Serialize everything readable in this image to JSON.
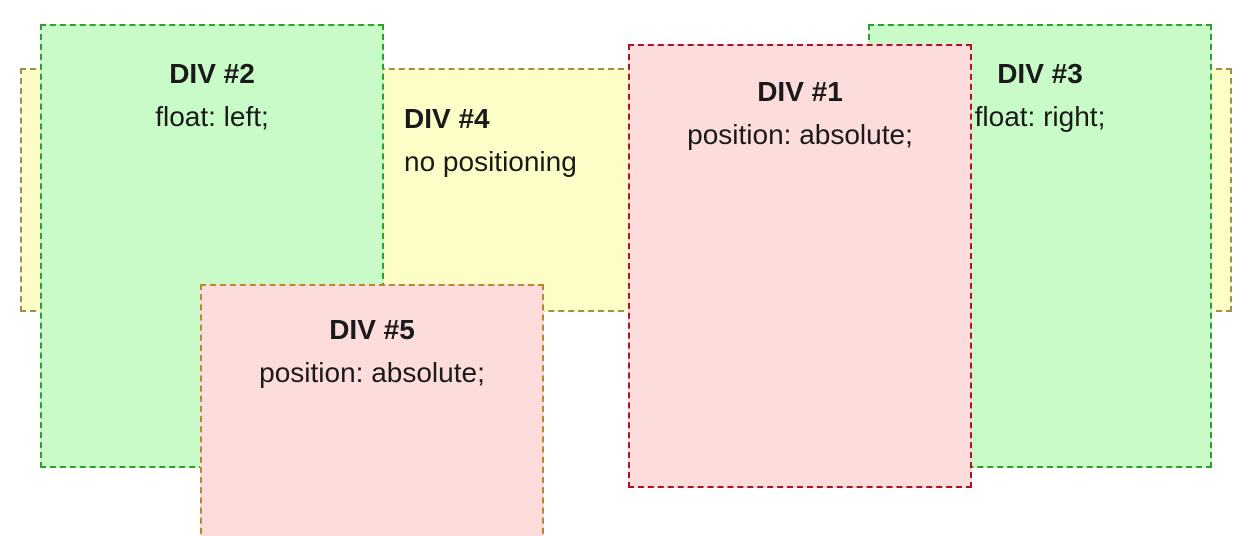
{
  "colors": {
    "green_fill": "#c9fbc8",
    "green_border": "#2e9e2e",
    "yellow_fill": "#fdfdc8",
    "yellow_border": "#9f8e4e",
    "pink_fill": "#fddcdc",
    "red_border": "#b0122a",
    "orange_border": "#b8872e"
  },
  "boxes": {
    "div1": {
      "title": "DIV #1",
      "desc": "position: absolute;"
    },
    "div2": {
      "title": "DIV #2",
      "desc": "float: left;"
    },
    "div3": {
      "title": "DIV #3",
      "desc": "float: right;"
    },
    "div4": {
      "title": "DIV #4",
      "desc": "no positioning"
    },
    "div5": {
      "title": "DIV #5",
      "desc": "position: absolute;"
    }
  }
}
